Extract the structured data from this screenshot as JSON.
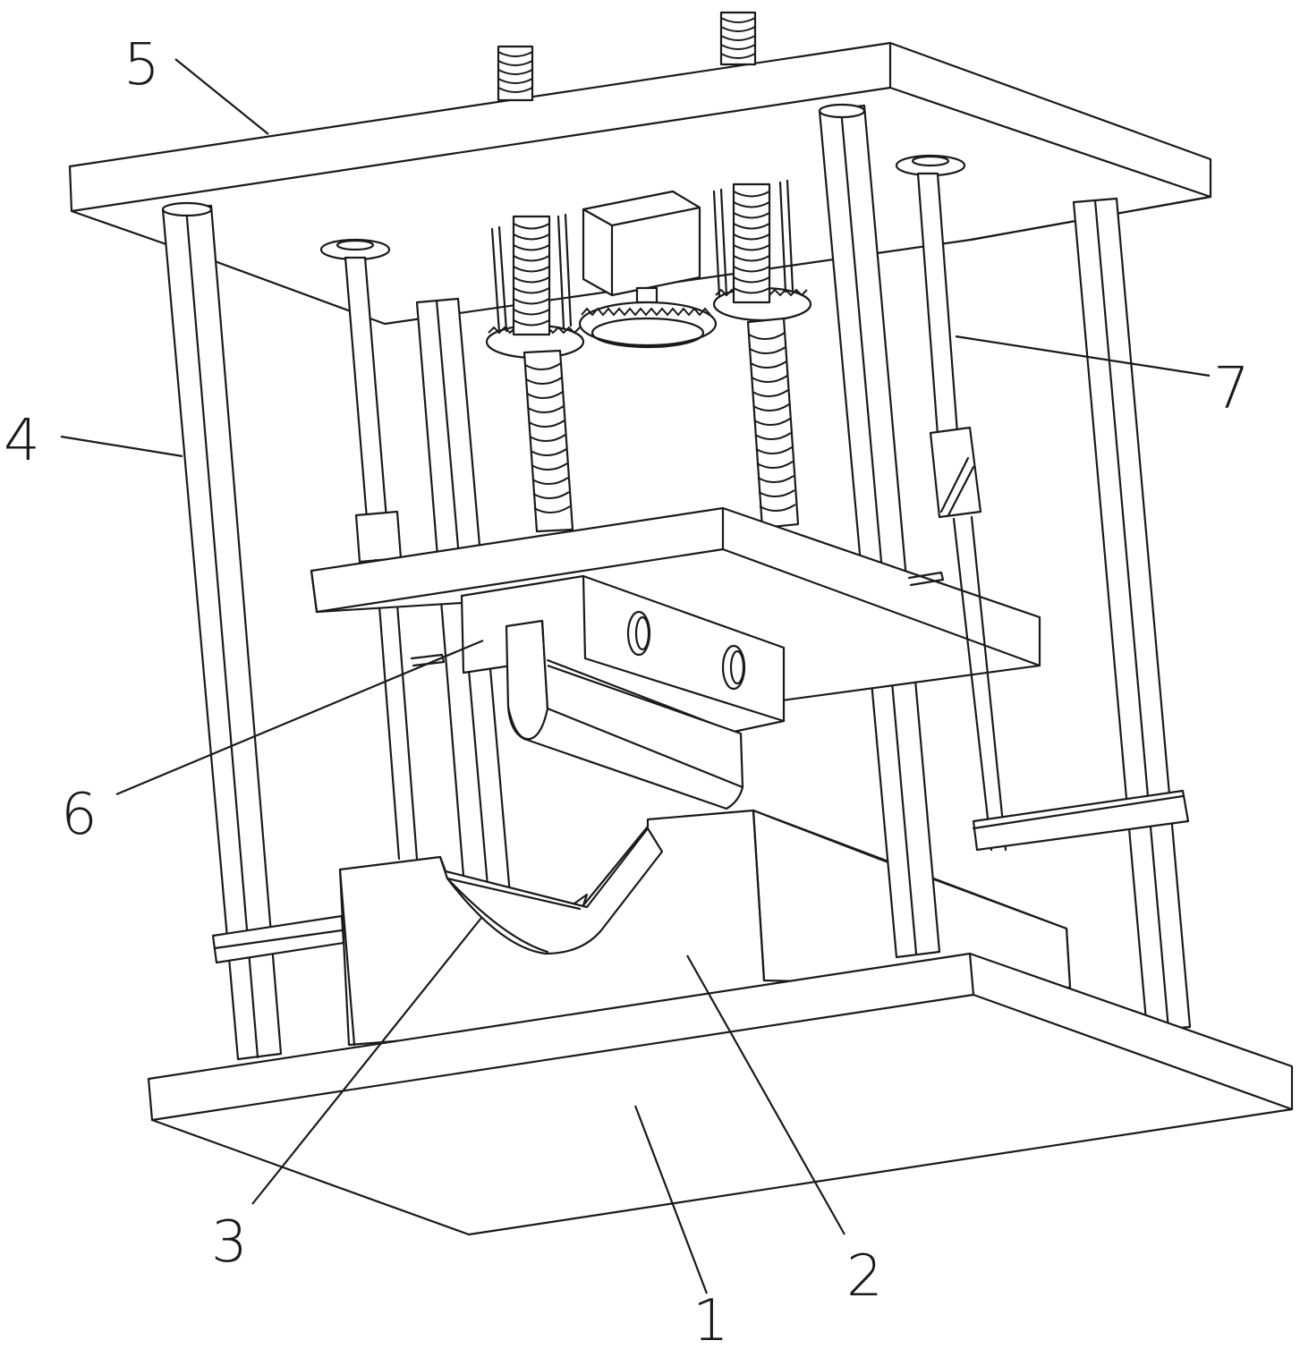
{
  "figure": {
    "callouts": [
      {
        "id": "1",
        "label": "1"
      },
      {
        "id": "2",
        "label": "2"
      },
      {
        "id": "3",
        "label": "3"
      },
      {
        "id": "4",
        "label": "4"
      },
      {
        "id": "5",
        "label": "5"
      },
      {
        "id": "6",
        "label": "6"
      },
      {
        "id": "7",
        "label": "7"
      }
    ]
  },
  "colors": {
    "stroke": "#1a1a1a",
    "background": "#ffffff"
  }
}
